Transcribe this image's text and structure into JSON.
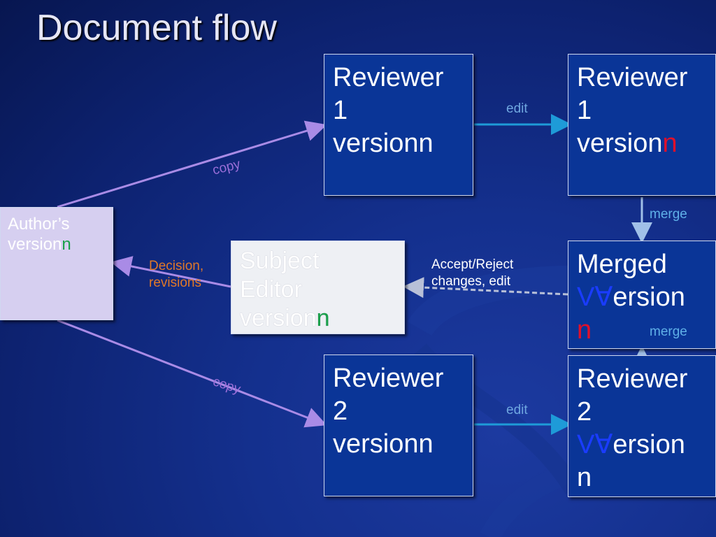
{
  "title": "Document flow",
  "boxes": {
    "reviewer1": {
      "l1": "Reviewer",
      "l2": "1",
      "l3": "versionn"
    },
    "reviewer1_n": {
      "l1": "Reviewer",
      "l2": "1",
      "l3a": "version",
      "l3b": "n"
    },
    "author": {
      "l1": "Author’s",
      "l2a": "version",
      "l2b": "n"
    },
    "editor": {
      "l1": "Subject",
      "l2": "Editor",
      "l3a": "version",
      "l3b": "n"
    },
    "merged": {
      "l1": "Merged",
      "l2a": "V",
      "l2b": "∀",
      "l2c": "ersion",
      "l3": "n"
    },
    "reviewer2": {
      "l1": "Reviewer",
      "l2": "2",
      "l3": "versionn"
    },
    "reviewer2_n": {
      "l1": "Reviewer",
      "l2": "2",
      "l3a": "V",
      "l3b": "∀",
      "l3c": "ersion",
      "l4": "n"
    }
  },
  "labels": {
    "copy_top": "copy",
    "copy_bottom": "copy",
    "edit_top": "edit",
    "edit_bottom": "edit",
    "merge_top": "merge",
    "merge_bottom": "merge",
    "decision_l1": "Decision,",
    "decision_l2": "revisions",
    "accept_l1": "Accept/Reject",
    "accept_l2": "changes, edit"
  },
  "colors": {
    "copy_arrow": "#a98be6",
    "edit_arrow": "#1e9bd8",
    "merge_arrow": "#a0c0e8",
    "dashed_arrow": "#b8c0d8"
  }
}
